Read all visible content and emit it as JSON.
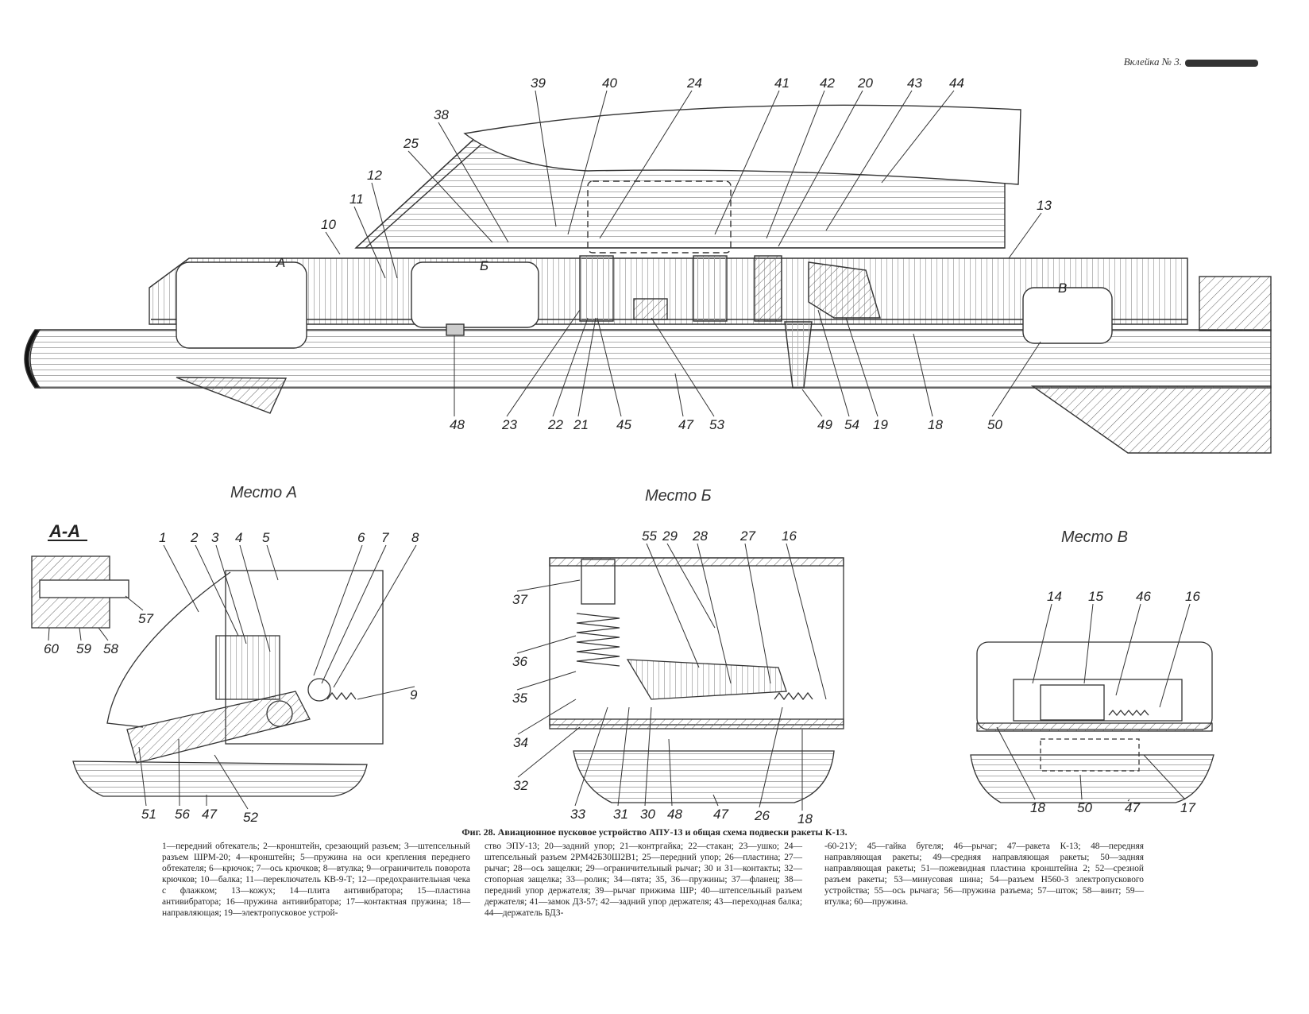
{
  "inset_label": "Вклейка № 3.",
  "figure_title": "Фиг. 28. Авиационное пусковое устройство АПУ-13 и общая схема подвески ракеты К-13.",
  "legend": {
    "col1": "1—передний обтекатель; 2—кронштейн, срезающий разъем; 3—штепсельный разъем ШРМ-20; 4—кронштейн; 5—пружина на оси крепления переднего обтекателя; 6—крючок; 7—ось крючков; 8—втулка; 9—ограничитель поворота крючков; 10—балка; 11—переключатель КВ-9-Т; 12—предохранительная чека с флажком; 13—кожух; 14—плита антивибратора; 15—пластина антивибратора; 16—пружина антивибратора; 17—контактная пружина; 18—направляющая; 19—электропусковое устрой-",
    "col2": "ство ЭПУ-13; 20—задний упор; 21—контргайка; 22—стакан; 23—ушко; 24—штепсельный разъем 2РМ42Б30Ш2В1; 25—передний упор; 26—пластина; 27—рычаг; 28—ось защелки; 29—ограничительный рычаг; 30 и 31—контакты; 32—стопорная защелка; 33—ролик; 34—пята; 35, 36—пружины; 37—фланец; 38—передний упор держателя; 39—рычаг прижима ШР; 40—штепсельный разъем держателя; 41—замок ДЗ-57; 42—задний упор держателя; 43—переходная балка; 44—держатель БДЗ-",
    "col3": "-60-21У; 45—гайка бугеля; 46—рычаг; 47—ракета К-13; 48—передняя направляющая ракеты; 49—средняя направляющая ракеты; 50—задняя направляющая ракеты; 51—пожевидная пластина кронштейна 2; 52—срезной разъем ракеты; 53—минусовая шина; 54—разъем Н560-3 электропускового устройства; 55—ось рычага; 56—пружина разъема; 57—шток; 58—винт; 59—втулка; 60—пружина."
  },
  "views": {
    "place_a": "Место А",
    "place_b": "Место Б",
    "place_v": "Место В",
    "section_aa": "А-А",
    "sec_mark_a": "А",
    "sec_mark_b": "Б",
    "sec_mark_v": "В"
  },
  "main_labels": [
    {
      "id": "m39",
      "t": "39"
    },
    {
      "id": "m40",
      "t": "40"
    },
    {
      "id": "m24",
      "t": "24"
    },
    {
      "id": "m41",
      "t": "41"
    },
    {
      "id": "m42",
      "t": "42"
    },
    {
      "id": "m20",
      "t": "20"
    },
    {
      "id": "m43",
      "t": "43"
    },
    {
      "id": "m44",
      "t": "44"
    },
    {
      "id": "m38",
      "t": "38"
    },
    {
      "id": "m25",
      "t": "25"
    },
    {
      "id": "m12",
      "t": "12"
    },
    {
      "id": "m11",
      "t": "11"
    },
    {
      "id": "m10",
      "t": "10"
    },
    {
      "id": "m13",
      "t": "13"
    },
    {
      "id": "m48",
      "t": "48"
    },
    {
      "id": "m23",
      "t": "23"
    },
    {
      "id": "m22",
      "t": "22"
    },
    {
      "id": "m21",
      "t": "21"
    },
    {
      "id": "m45",
      "t": "45"
    },
    {
      "id": "m47",
      "t": "47"
    },
    {
      "id": "m53",
      "t": "53"
    },
    {
      "id": "m49",
      "t": "49"
    },
    {
      "id": "m54",
      "t": "54"
    },
    {
      "id": "m19",
      "t": "19"
    },
    {
      "id": "m18",
      "t": "18"
    },
    {
      "id": "m50",
      "t": "50"
    }
  ],
  "a_labels": [
    {
      "id": "a1",
      "t": "1"
    },
    {
      "id": "a2",
      "t": "2"
    },
    {
      "id": "a3",
      "t": "3"
    },
    {
      "id": "a4",
      "t": "4"
    },
    {
      "id": "a5",
      "t": "5"
    },
    {
      "id": "a6",
      "t": "6"
    },
    {
      "id": "a7",
      "t": "7"
    },
    {
      "id": "a8",
      "t": "8"
    },
    {
      "id": "a9",
      "t": "9"
    },
    {
      "id": "a51",
      "t": "51"
    },
    {
      "id": "a56",
      "t": "56"
    },
    {
      "id": "a47",
      "t": "47"
    },
    {
      "id": "a52",
      "t": "52"
    },
    {
      "id": "a57",
      "t": "57"
    },
    {
      "id": "a60",
      "t": "60"
    },
    {
      "id": "a59",
      "t": "59"
    },
    {
      "id": "a58",
      "t": "58"
    }
  ],
  "b_labels": [
    {
      "id": "b55",
      "t": "55"
    },
    {
      "id": "b29",
      "t": "29"
    },
    {
      "id": "b28",
      "t": "28"
    },
    {
      "id": "b27",
      "t": "27"
    },
    {
      "id": "b16",
      "t": "16"
    },
    {
      "id": "b37",
      "t": "37"
    },
    {
      "id": "b36",
      "t": "36"
    },
    {
      "id": "b35",
      "t": "35"
    },
    {
      "id": "b34",
      "t": "34"
    },
    {
      "id": "b32",
      "t": "32"
    },
    {
      "id": "b33",
      "t": "33"
    },
    {
      "id": "b31",
      "t": "31"
    },
    {
      "id": "b30",
      "t": "30"
    },
    {
      "id": "b48",
      "t": "48"
    },
    {
      "id": "b47",
      "t": "47"
    },
    {
      "id": "b26",
      "t": "26"
    },
    {
      "id": "b18",
      "t": "18"
    }
  ],
  "v_labels": [
    {
      "id": "v14",
      "t": "14"
    },
    {
      "id": "v15",
      "t": "15"
    },
    {
      "id": "v46",
      "t": "46"
    },
    {
      "id": "v16",
      "t": "16"
    },
    {
      "id": "v18",
      "t": "18"
    },
    {
      "id": "v50",
      "t": "50"
    },
    {
      "id": "v47",
      "t": "47"
    },
    {
      "id": "v17",
      "t": "17"
    }
  ]
}
